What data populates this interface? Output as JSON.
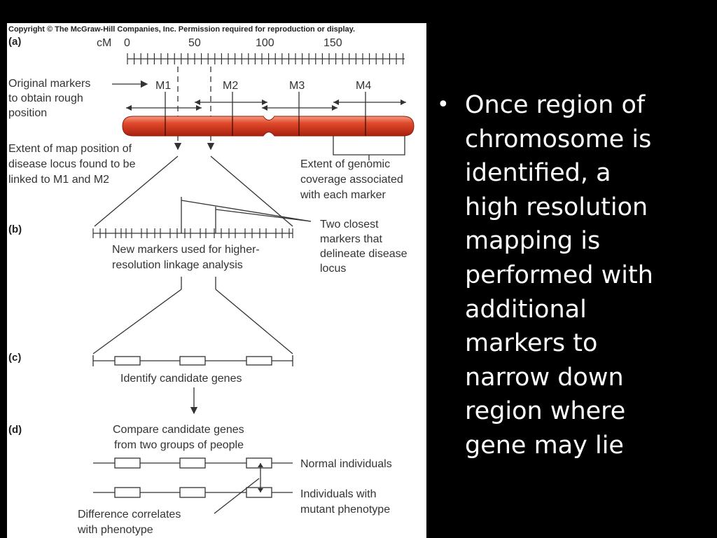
{
  "figure": {
    "copyright": "Copyright © The McGraw-Hill Companies, Inc. Permission required for reproduction or display.",
    "panels": {
      "a": "(a)",
      "b": "(b)",
      "c": "(c)",
      "d": "(d)"
    },
    "axis": {
      "unit": "cM",
      "ticks": [
        "0",
        "50",
        "100",
        "150"
      ]
    },
    "markers": [
      "M1",
      "M2",
      "M3",
      "M4"
    ],
    "labels": {
      "original_markers": [
        "Original markers",
        "to obtain rough",
        "position"
      ],
      "extent_map": [
        "Extent of map position of",
        "disease locus found to be",
        "linked to M1 and M2"
      ],
      "extent_genomic": [
        "Extent of genomic",
        "coverage associated",
        "with each marker"
      ],
      "two_closest": [
        "Two closest",
        "markers that",
        "delineate disease",
        "locus"
      ],
      "new_markers": [
        "New markers used for higher-",
        "resolution linkage analysis"
      ],
      "identify_candidates": "Identify candidate genes",
      "compare_candidates": [
        "Compare candidate genes",
        "from two groups of people"
      ],
      "normal_individuals": "Normal individuals",
      "mutant_individuals": [
        "Individuals with",
        "mutant phenotype"
      ],
      "difference": [
        "Difference correlates",
        "with phenotype"
      ]
    },
    "colors": {
      "chromosome": "#d8341c",
      "chromosome_highlight": "#f59a80"
    }
  },
  "bullet": {
    "glyph": "•",
    "text": "Once region of\nchromosome is\nidentified, a\nhigh resolution\nmapping is\nperformed with\nadditional\nmarkers  to\nnarrow down\nregion where\ngene may lie"
  }
}
